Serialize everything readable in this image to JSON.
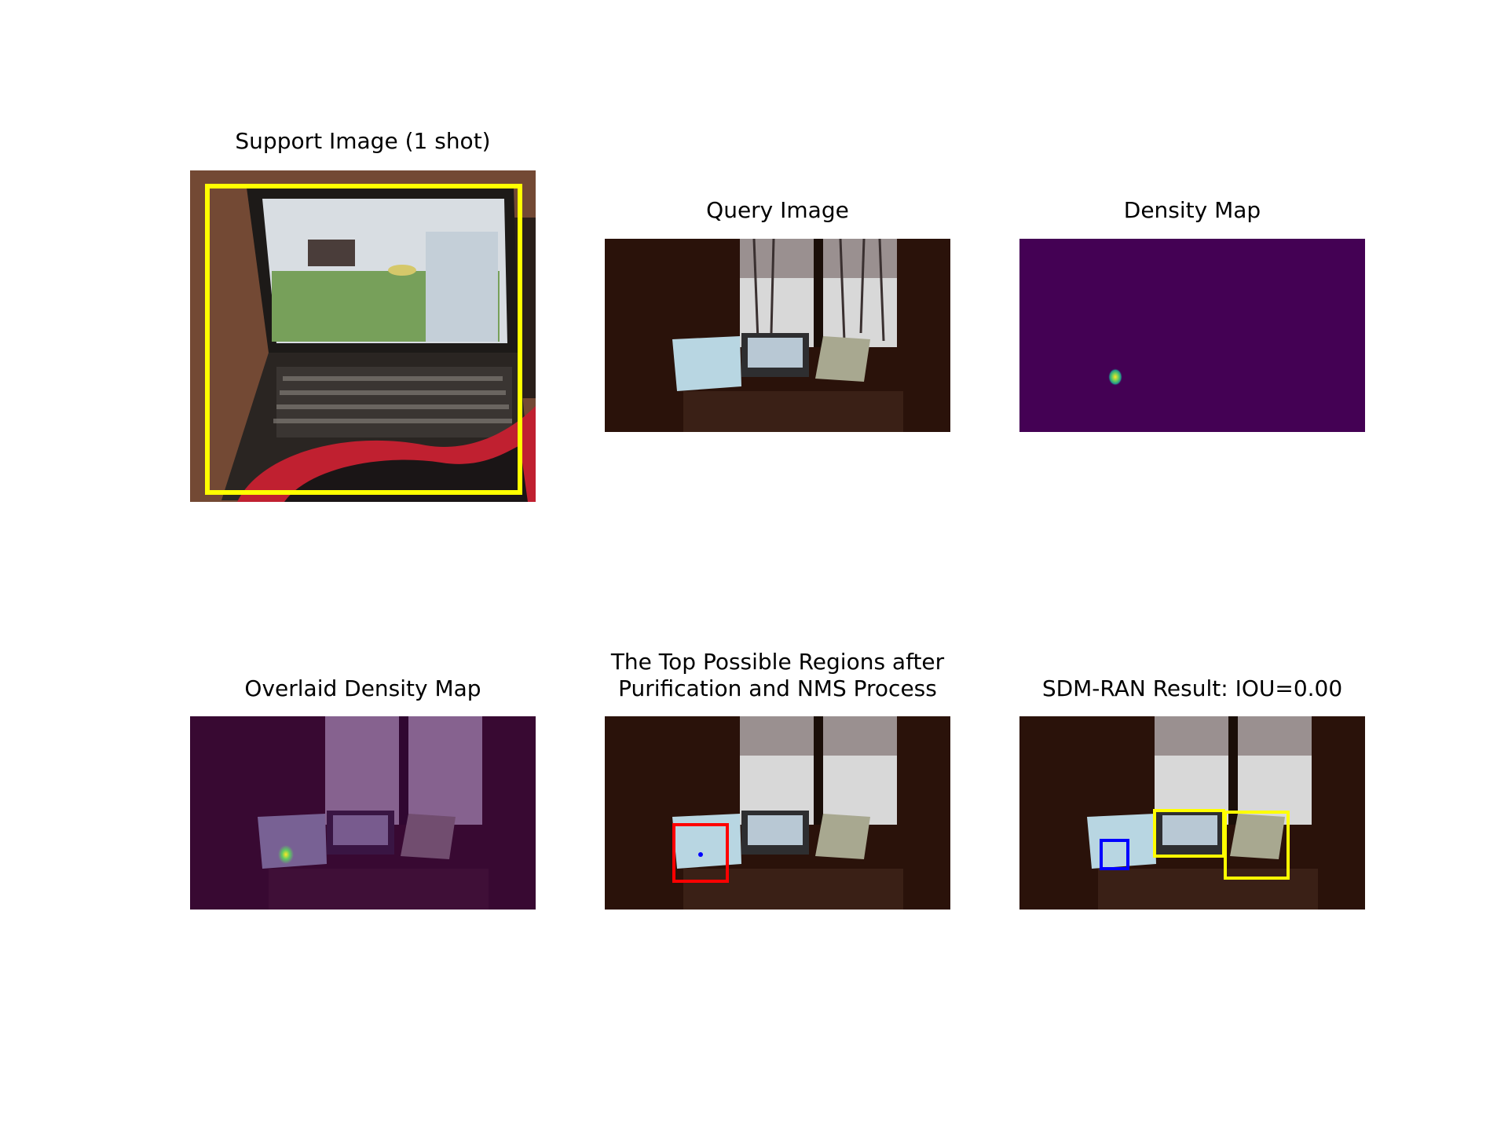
{
  "figure": {
    "panels": [
      {
        "title": "Support Image (1 shot)"
      },
      {
        "title": "Query Image"
      },
      {
        "title": "Density Map"
      },
      {
        "title": "Overlaid Density Map"
      },
      {
        "title_line1": "The Top Possible Regions after",
        "title_line2": "Purification and NMS Process"
      },
      {
        "title": "SDM-RAN Result: IOU=0.00"
      }
    ]
  },
  "colors": {
    "density_background": "#440154",
    "ground_truth_box": "#ffff00",
    "candidate_box": "#ff0000",
    "predicted_box": "#0000ff",
    "hotspot_core": "#fde725",
    "hotspot_mid": "#5ec962"
  }
}
